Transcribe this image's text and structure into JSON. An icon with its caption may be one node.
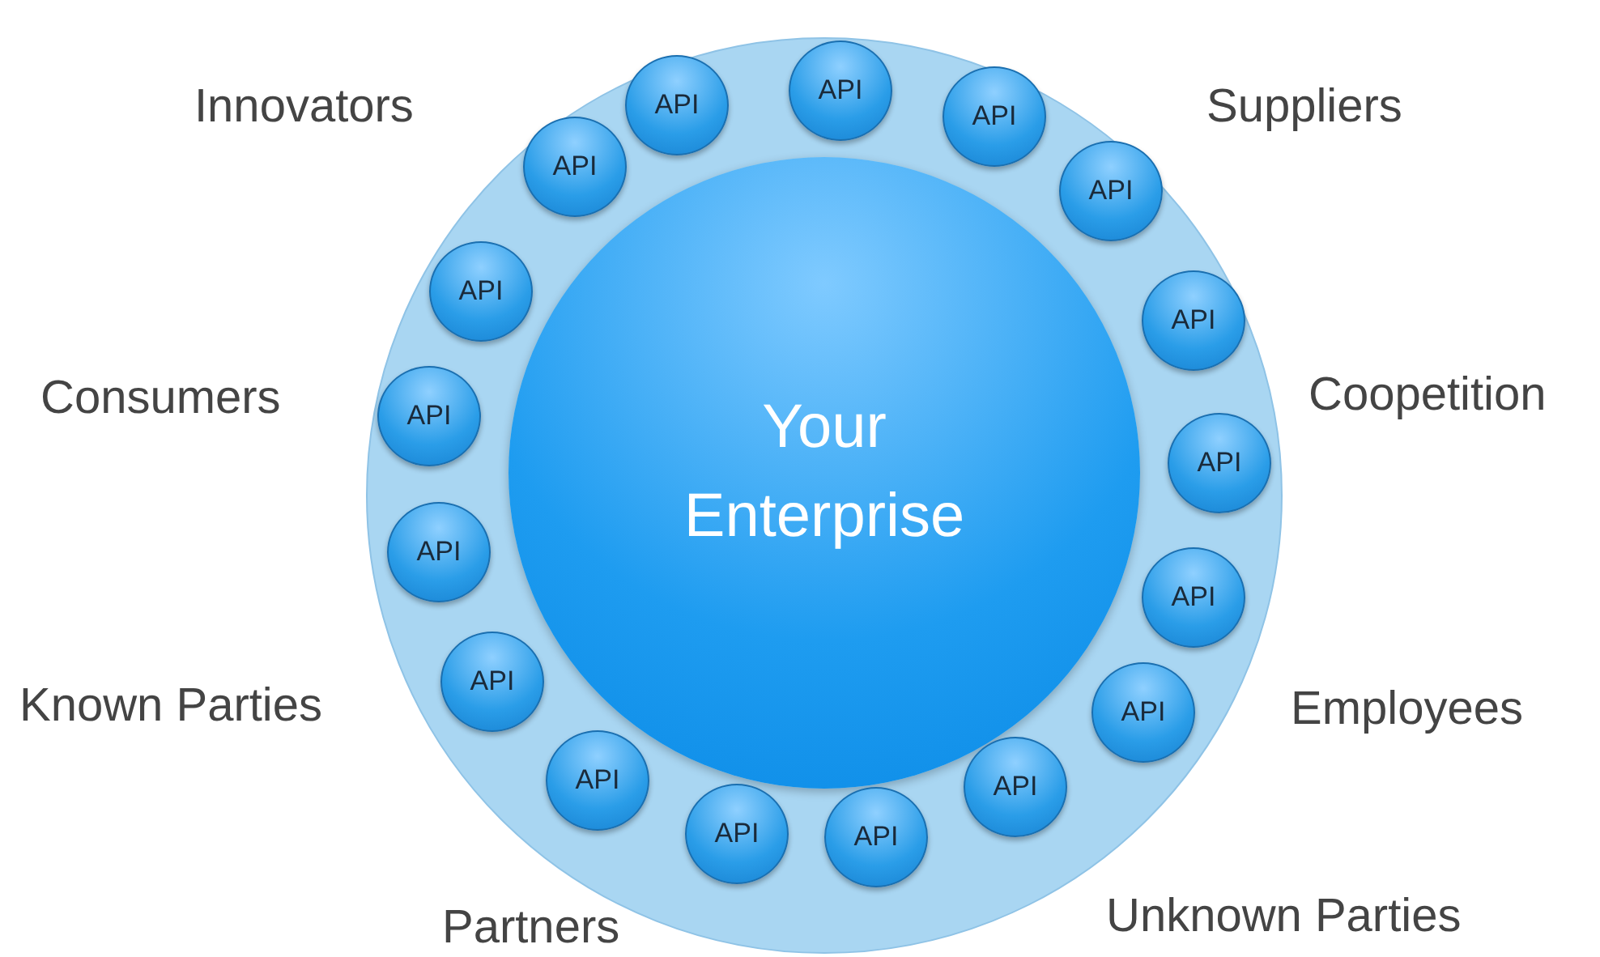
{
  "diagram": {
    "nodes": [
      {
        "text": [],
        "shape": "circle"
      },
      {
        "text": [
          "Your Enterprise"
        ],
        "in": 0
      },
      {
        "text": [
          "API"
        ],
        "in": 0
      },
      {
        "text": [
          "API"
        ],
        "in": 0
      },
      {
        "text": [
          "API"
        ],
        "in": 0
      },
      {
        "text": [
          "API"
        ],
        "in": 0
      },
      {
        "text": [
          "API"
        ],
        "in": 0
      },
      {
        "text": [
          "API"
        ],
        "in": 0
      },
      {
        "text": [
          "API"
        ],
        "in": 0
      },
      {
        "text": [
          "API"
        ],
        "in": 0
      },
      {
        "text": [
          "API"
        ],
        "in": 0
      },
      {
        "text": [
          "API"
        ],
        "in": 0
      },
      {
        "text": [
          "API"
        ],
        "in": 0
      },
      {
        "text": [
          "API"
        ],
        "in": 0
      },
      {
        "text": [
          "API"
        ],
        "in": 0
      },
      {
        "text": [
          "API"
        ],
        "in": 0
      },
      {
        "text": [
          "API"
        ],
        "in": 0
      },
      {
        "text": [
          "API"
        ],
        "in": 0
      },
      {
        "text": [
          "API"
        ],
        "in": 0
      }
    ],
    "edges": [],
    "labels": [
      "Innovators",
      "Suppliers",
      "Consumers",
      "Coopetition",
      "Known Parties",
      "Employees",
      "Unknown Parties",
      "Partners"
    ]
  }
}
